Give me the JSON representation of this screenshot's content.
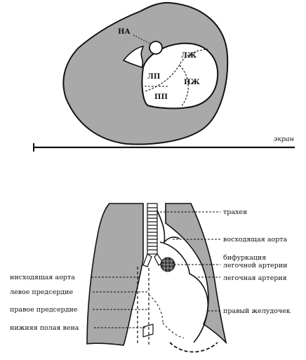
{
  "top_diagram": {
    "labels": {
      "na": "НА",
      "lzh": "ЛЖ",
      "lp": "ЛП",
      "pzh": "ПЖ",
      "pp": "ПП",
      "screen": "экран"
    }
  },
  "bottom_diagram": {
    "right_labels": {
      "trachea": "трахея",
      "ascending_aorta": "восходящая аорта",
      "bifurcation_1": "бифуркация",
      "bifurcation_2": "легочной артерии",
      "pulmonary_artery": "легочная артерия",
      "right_ventricle": "правый желудочек"
    },
    "left_labels": {
      "descending_aorta": "нисходящая аорта",
      "left_atrium": "левое предсердие",
      "right_atrium": "правое предсердие",
      "ivc": "нижняя полая вена"
    }
  }
}
